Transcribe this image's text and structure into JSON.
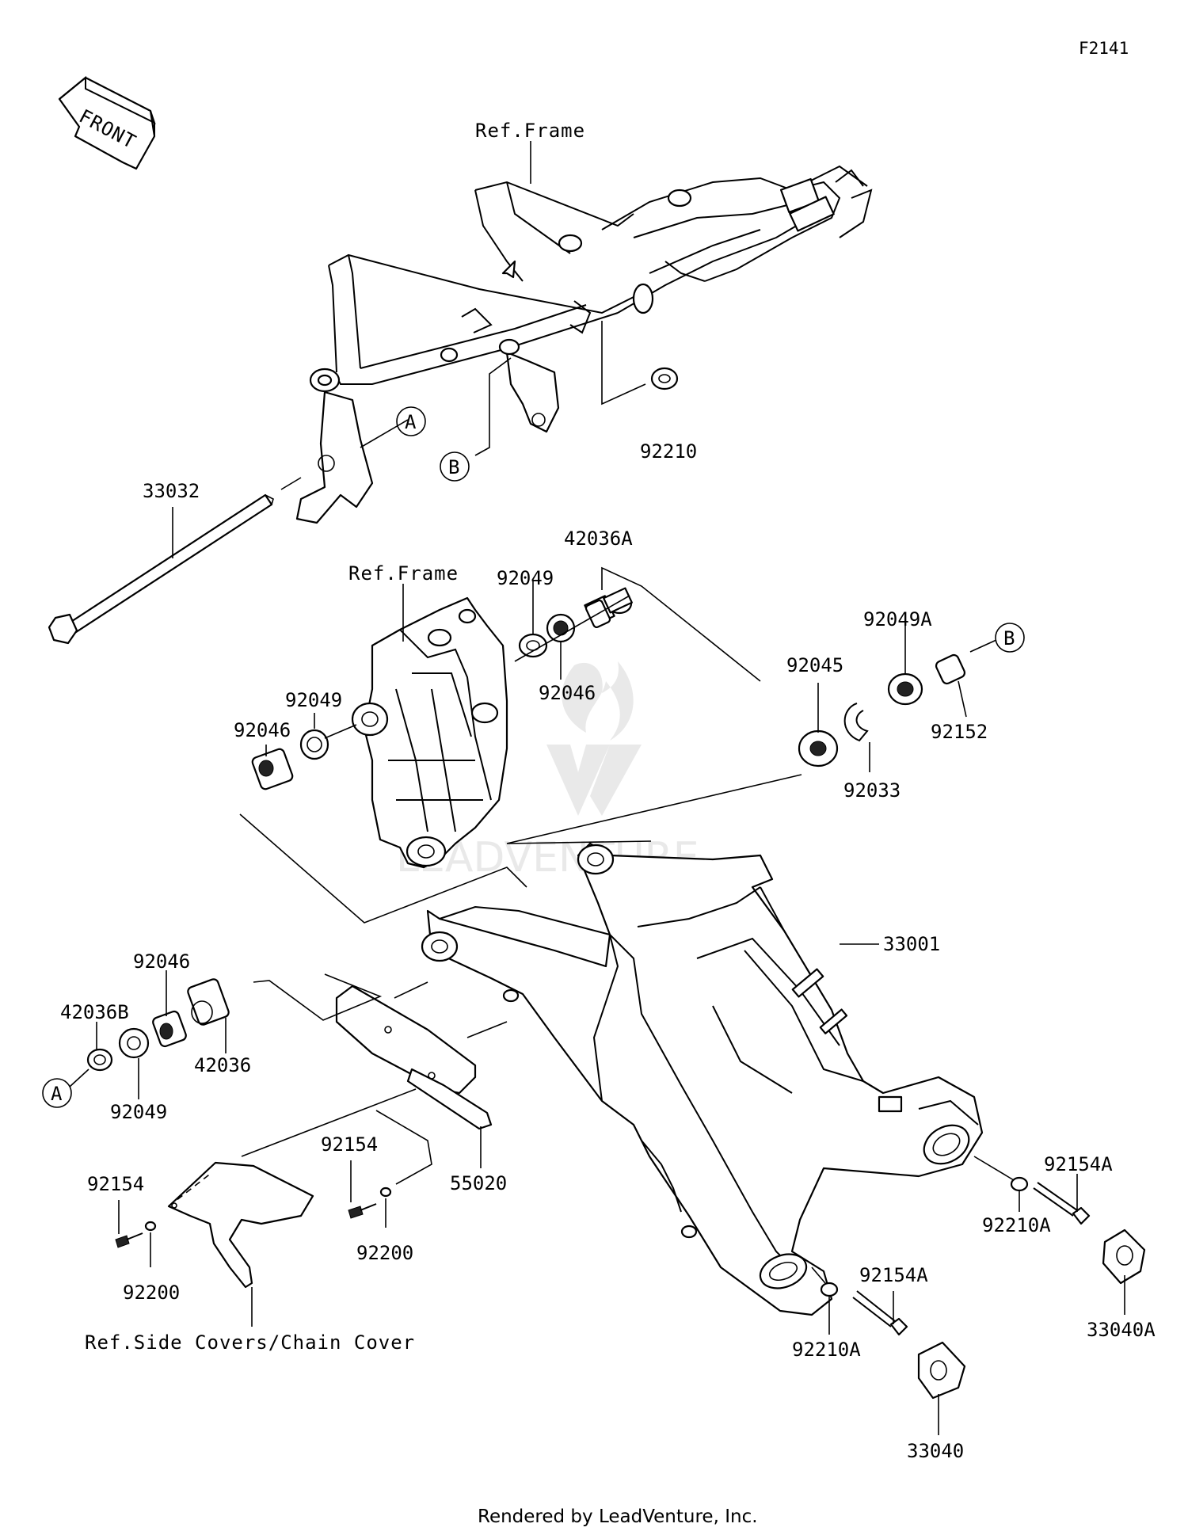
{
  "figure_code": "F2141",
  "front_arrow_label": "FRONT",
  "references": {
    "frame_top": "Ref.Frame",
    "frame_mid": "Ref.Frame",
    "side_covers": "Ref.Side Covers/Chain Cover"
  },
  "callouts": {
    "A_upper": "A",
    "B_upper": "B",
    "B_right": "B",
    "A_lower": "A"
  },
  "parts": {
    "p92210": "92210",
    "p33032": "33032",
    "p42036A": "42036A",
    "p92049_top": "92049",
    "p92046_top": "92046",
    "p92049A": "92049A",
    "p92045": "92045",
    "p92152": "92152",
    "p92033": "92033",
    "p92049_left": "92049",
    "p92046_left": "92046",
    "p33001": "33001",
    "p92046_low": "92046",
    "p42036B": "42036B",
    "p42036": "42036",
    "p92049_low": "92049",
    "p55020": "55020",
    "p92154_mid": "92154",
    "p92200_mid": "92200",
    "p92154_left": "92154",
    "p92200_left": "92200",
    "p92154A_right": "92154A",
    "p92210A_right": "92210A",
    "p33040A": "33040A",
    "p92154A_low": "92154A",
    "p92210A_low": "92210A",
    "p33040": "33040"
  },
  "watermark": "LEADVENTURE",
  "credit": "Rendered by LeadVenture, Inc."
}
